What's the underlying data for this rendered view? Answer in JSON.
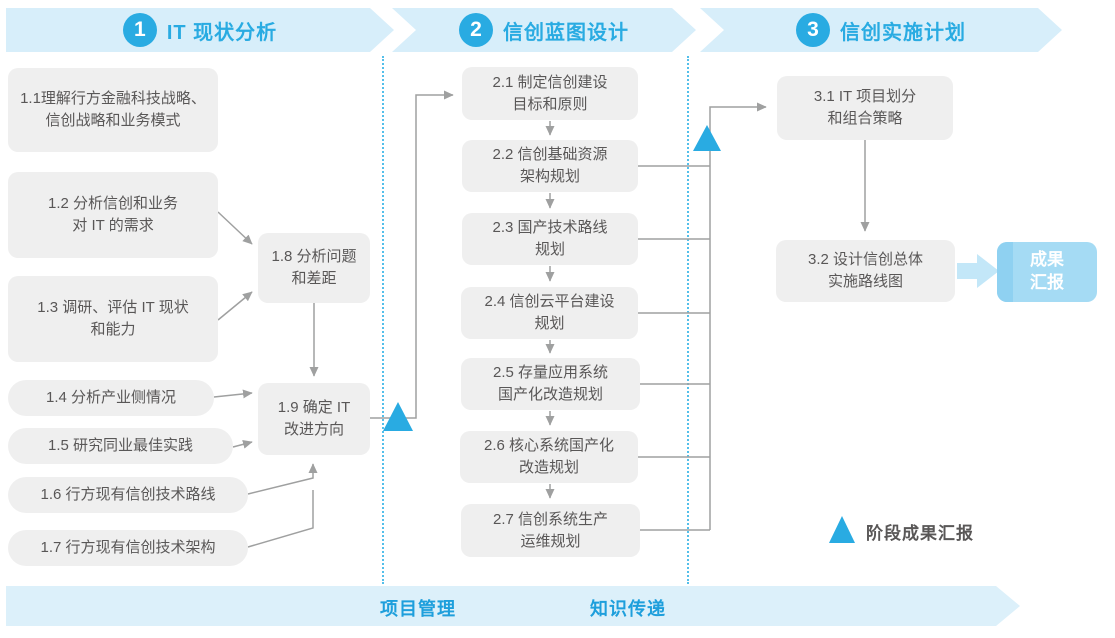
{
  "colors": {
    "accent": "#29ABE2",
    "band_fill": "#D7EEFA",
    "box_fill": "#EFEFEF",
    "box_text": "#595757",
    "connector_gray": "#9FA0A0",
    "result_fill": "#A5DBF4"
  },
  "phases": [
    {
      "number": "1",
      "title": "IT 现状分析"
    },
    {
      "number": "2",
      "title": "信创蓝图设计"
    },
    {
      "number": "3",
      "title": "信创实施计划"
    }
  ],
  "phase1_boxes": [
    {
      "lines": [
        "1.1理解行方金融科技战略、",
        "信创战略和业务模式"
      ]
    },
    {
      "lines": [
        "1.2 分析信创和业务",
        "对 IT 的需求"
      ]
    },
    {
      "lines": [
        "1.3 调研、评估 IT 现状",
        "和能力"
      ]
    },
    {
      "lines": [
        "1.4 分析产业侧情况"
      ]
    },
    {
      "lines": [
        "1.5 研究同业最佳实践"
      ]
    },
    {
      "lines": [
        "1.6 行方现有信创技术路线"
      ]
    },
    {
      "lines": [
        "1.7 行方现有信创技术架构"
      ]
    },
    {
      "lines": [
        "1.8 分析问题",
        "和差距"
      ]
    },
    {
      "lines": [
        "1.9 确定 IT",
        "改进方向"
      ]
    }
  ],
  "phase2_boxes": [
    {
      "lines": [
        "2.1 制定信创建设",
        "目标和原则"
      ]
    },
    {
      "lines": [
        "2.2 信创基础资源",
        "架构规划"
      ]
    },
    {
      "lines": [
        "2.3 国产技术路线",
        "规划"
      ]
    },
    {
      "lines": [
        "2.4 信创云平台建设",
        "规划"
      ]
    },
    {
      "lines": [
        "2.5 存量应用系统",
        "国产化改造规划"
      ]
    },
    {
      "lines": [
        "2.6 核心系统国产化",
        "改造规划"
      ]
    },
    {
      "lines": [
        "2.7 信创系统生产",
        "运维规划"
      ]
    }
  ],
  "phase3_boxes": [
    {
      "lines": [
        "3.1 IT 项目划分",
        "和组合策略"
      ]
    },
    {
      "lines": [
        "3.2 设计信创总体",
        "实施路线图"
      ]
    }
  ],
  "result_box": {
    "lines": [
      "成果",
      "汇报"
    ]
  },
  "legend": {
    "label": "阶段成果汇报"
  },
  "bottom_band": {
    "labels": [
      "项目管理",
      "知识传递"
    ]
  }
}
